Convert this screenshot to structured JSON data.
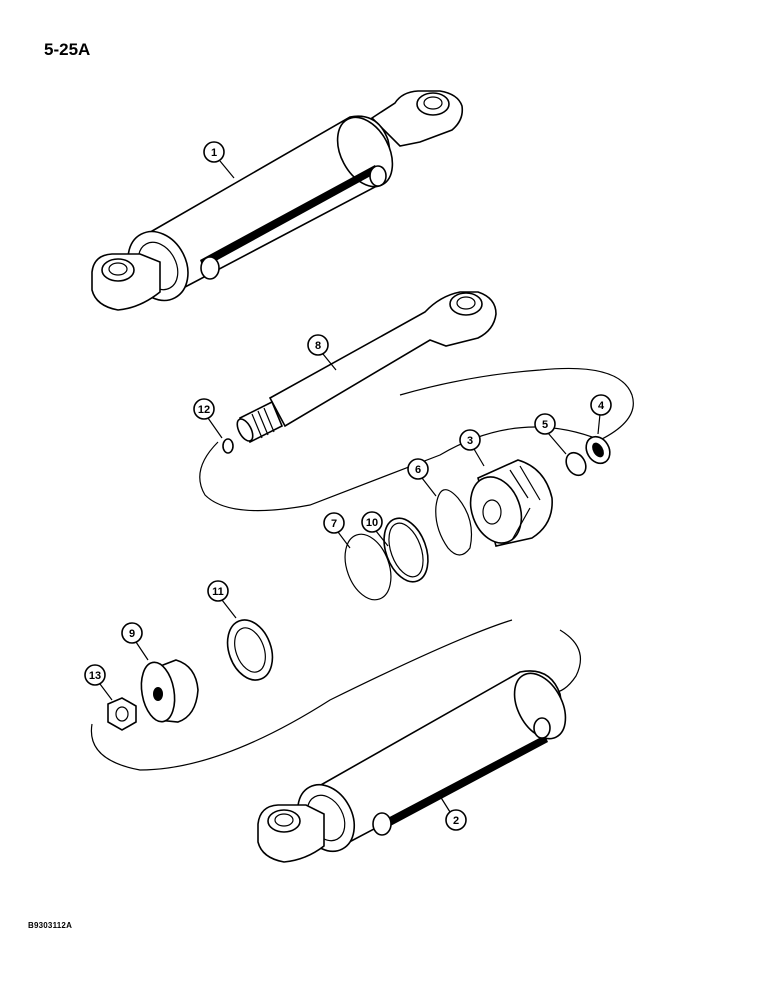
{
  "header": {
    "page_number": "5-25A"
  },
  "footer": {
    "figure_code": "B9303112A"
  },
  "callouts": [
    {
      "id": "c1",
      "label": "1"
    },
    {
      "id": "c2",
      "label": "2"
    },
    {
      "id": "c3",
      "label": "3"
    },
    {
      "id": "c4",
      "label": "4"
    },
    {
      "id": "c5",
      "label": "5"
    },
    {
      "id": "c6",
      "label": "6"
    },
    {
      "id": "c7",
      "label": "7"
    },
    {
      "id": "c8",
      "label": "8"
    },
    {
      "id": "c9",
      "label": "9"
    },
    {
      "id": "c10",
      "label": "10"
    },
    {
      "id": "c11",
      "label": "11"
    },
    {
      "id": "c12",
      "label": "12"
    },
    {
      "id": "c13",
      "label": "13"
    }
  ],
  "colors": {
    "ink": "#000000",
    "paper": "#ffffff"
  }
}
